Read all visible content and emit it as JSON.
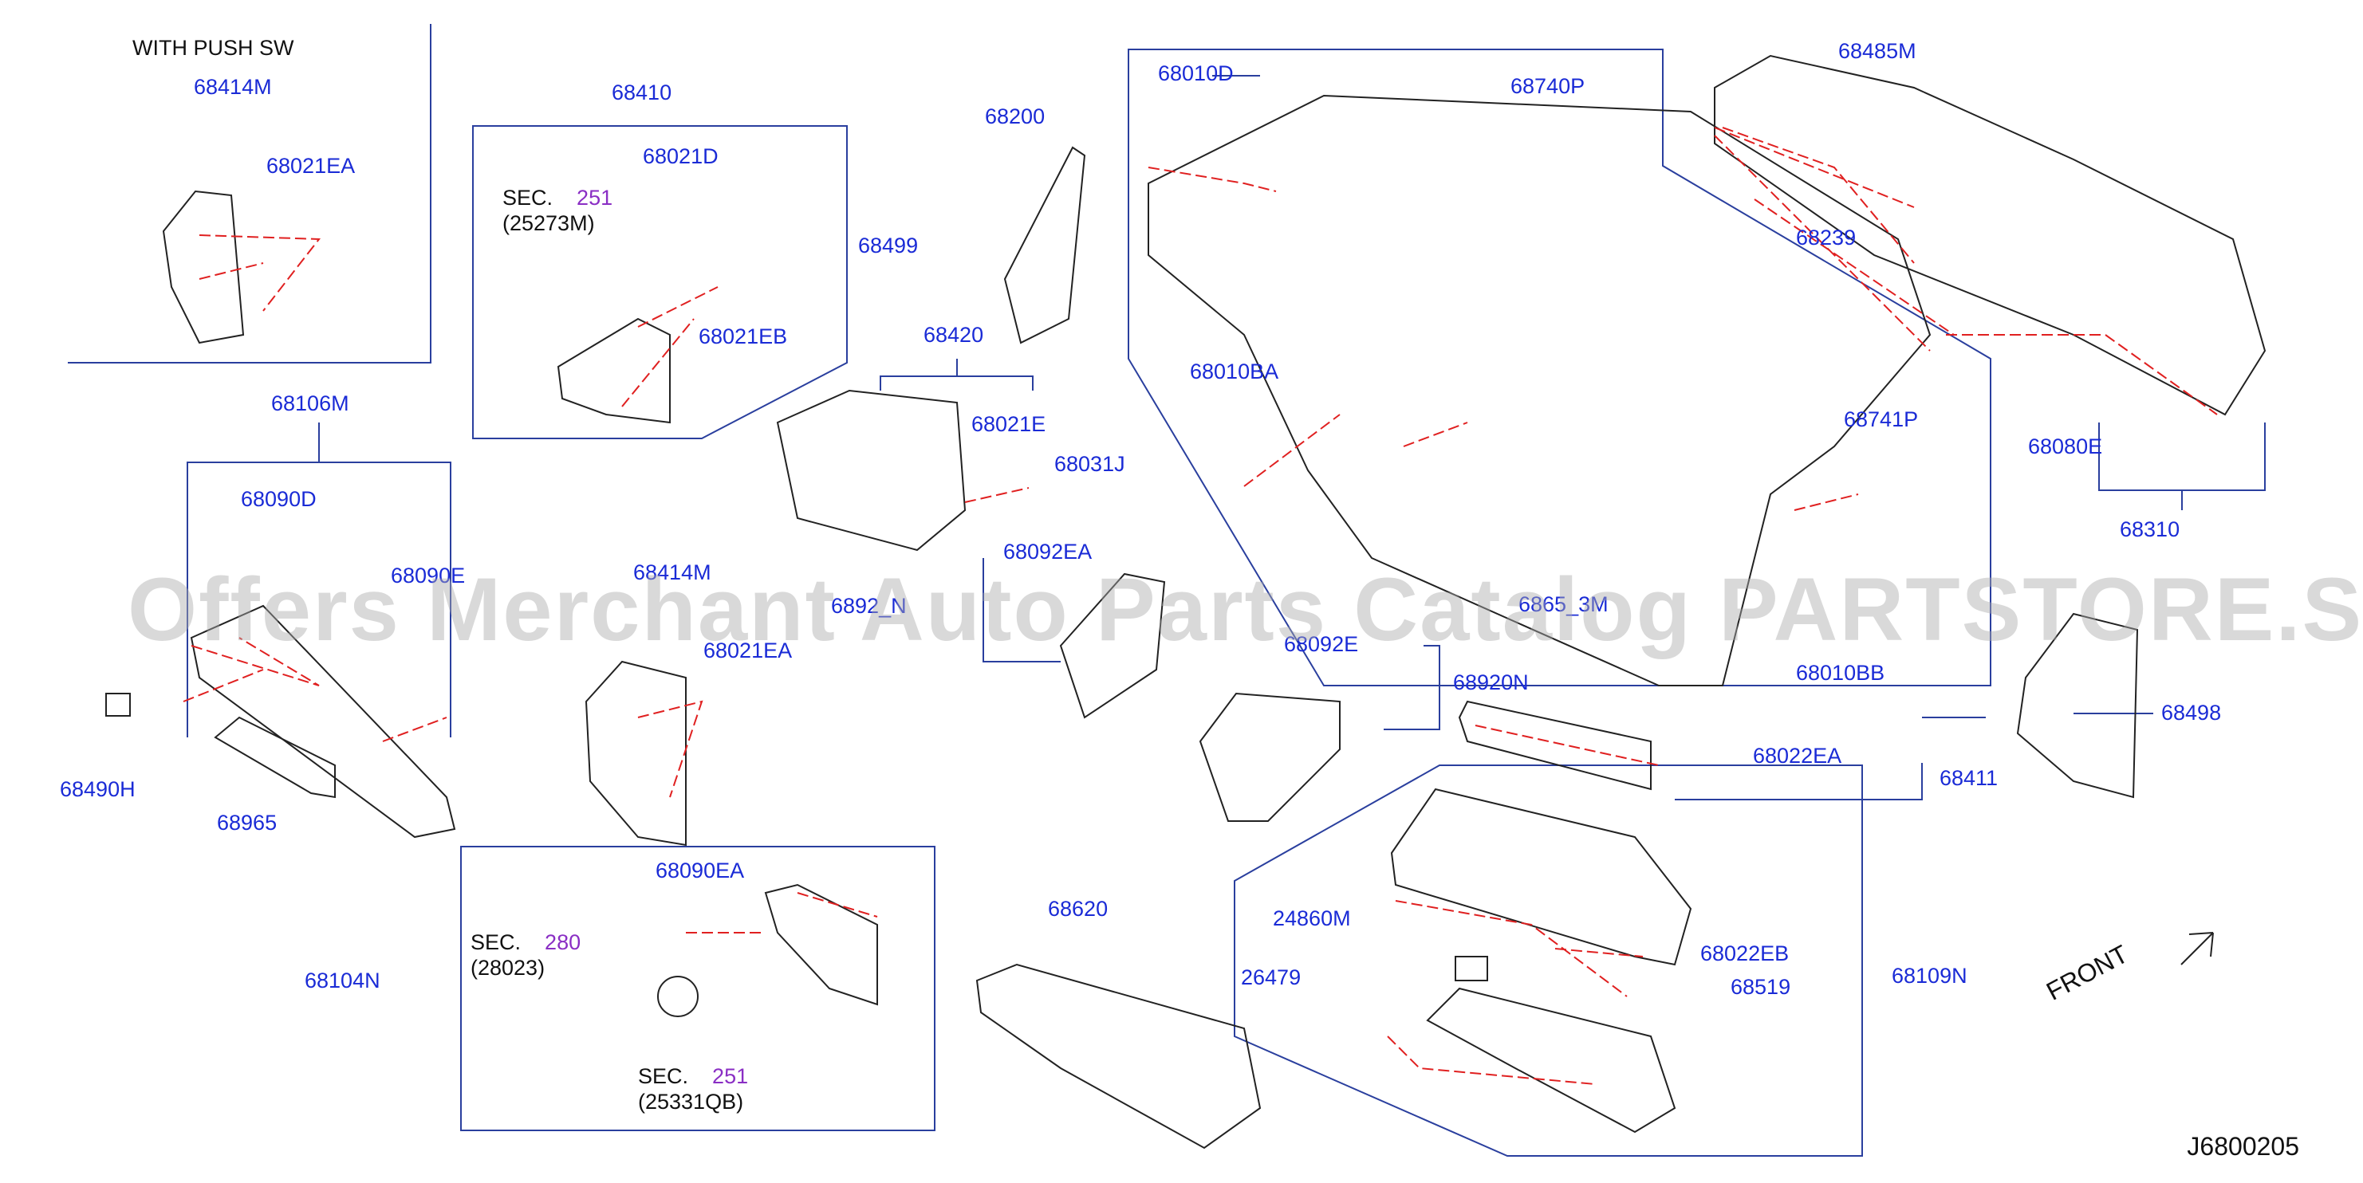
{
  "diagram_code": "J6800205",
  "watermark": "Offers Merchant Auto Parts Catalog PARTSTORE.SA",
  "direction_label": "FRONT",
  "notes": {
    "with_push_sw": "WITH   PUSH   SW"
  },
  "sec_refs": [
    {
      "id": "sec-251-a",
      "sec": "SEC.",
      "num": "251",
      "part": "(25273M)"
    },
    {
      "id": "sec-280",
      "sec": "SEC.",
      "num": "280",
      "part": "(28023)"
    },
    {
      "id": "sec-251-b",
      "sec": "SEC.",
      "num": "251",
      "part": "(25331QB)"
    }
  ],
  "parts": [
    "68414M",
    "68021EA",
    "68410",
    "68021D",
    "68021EB",
    "68200",
    "68010D",
    "68740P",
    "68485M",
    "68499",
    "68239",
    "68420",
    "68021E",
    "68010BA",
    "68741P",
    "68080E",
    "68106M",
    "68090D",
    "68090E",
    "68031J",
    "68310",
    "68490H",
    "68965",
    "68414M",
    "68021EA",
    "68092EA",
    "6892_N",
    "68092E",
    "68920N",
    "6865_3M",
    "68010BB",
    "68498",
    "68022EA",
    "68411",
    "68090EA",
    "68104N",
    "68620",
    "24860M",
    "68022EB",
    "68109N",
    "26479",
    "68519"
  ],
  "colors": {
    "label": "#1a2bd6",
    "line": "#2a3f9e",
    "leader_red": "#e02020",
    "sec_num": "#8a2ec4"
  }
}
